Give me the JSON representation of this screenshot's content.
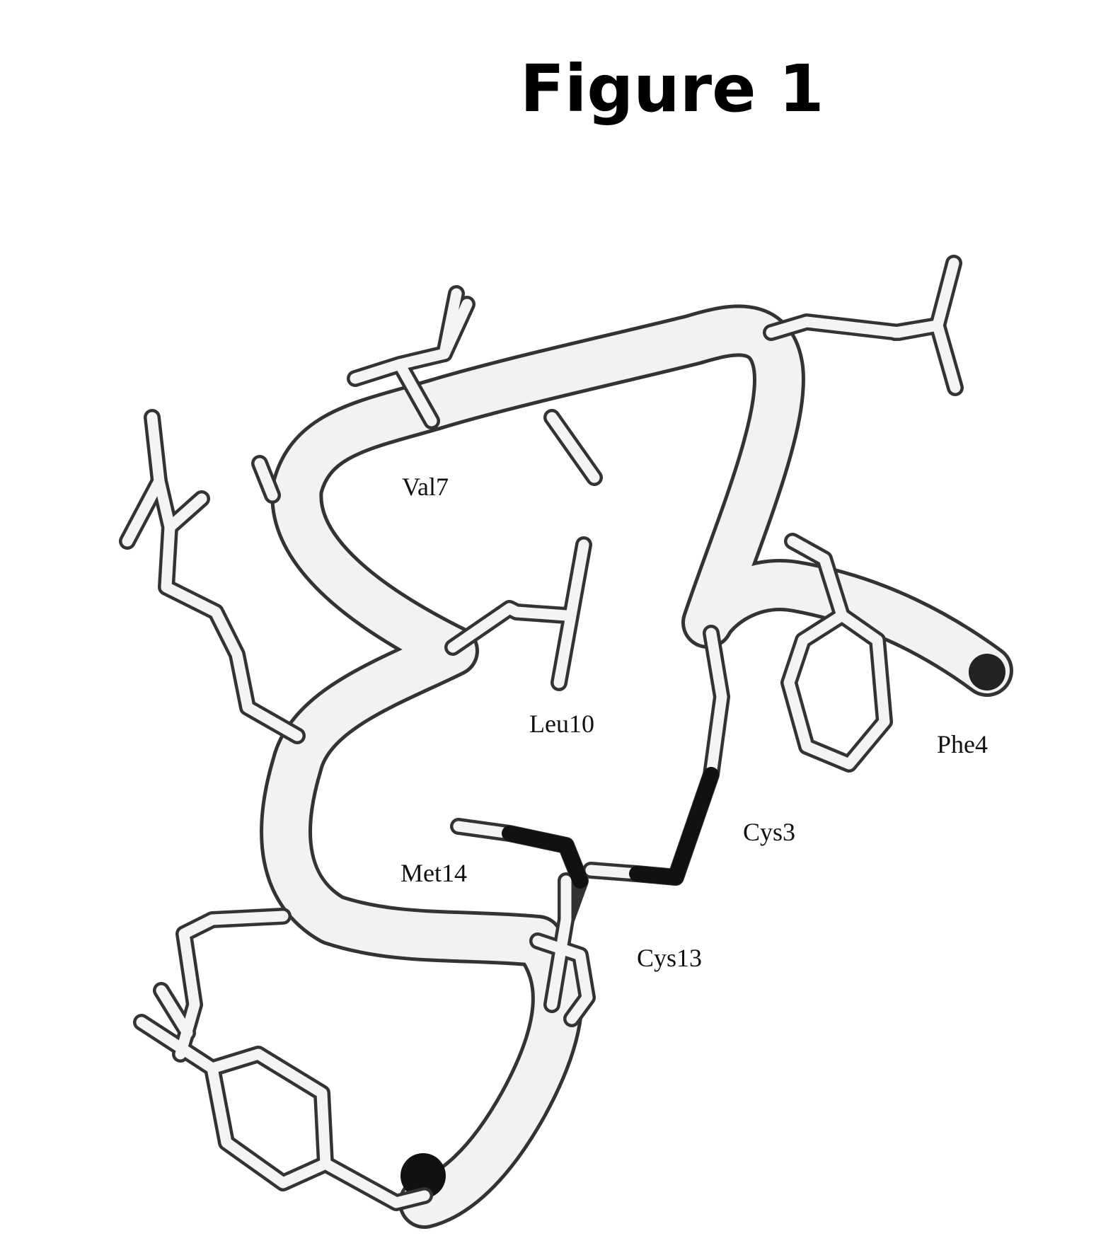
{
  "figure": {
    "title": "Figure 1"
  },
  "residues": {
    "val7": "Val7",
    "leu10": "Leu10",
    "phe4": "Phe4",
    "cys3": "Cys3",
    "met14": "Met14",
    "cys13": "Cys13"
  },
  "colors": {
    "backbone_fill": "#f2f2f2",
    "outline": "#333333",
    "sulfur": "#111111",
    "background": "#ffffff"
  }
}
